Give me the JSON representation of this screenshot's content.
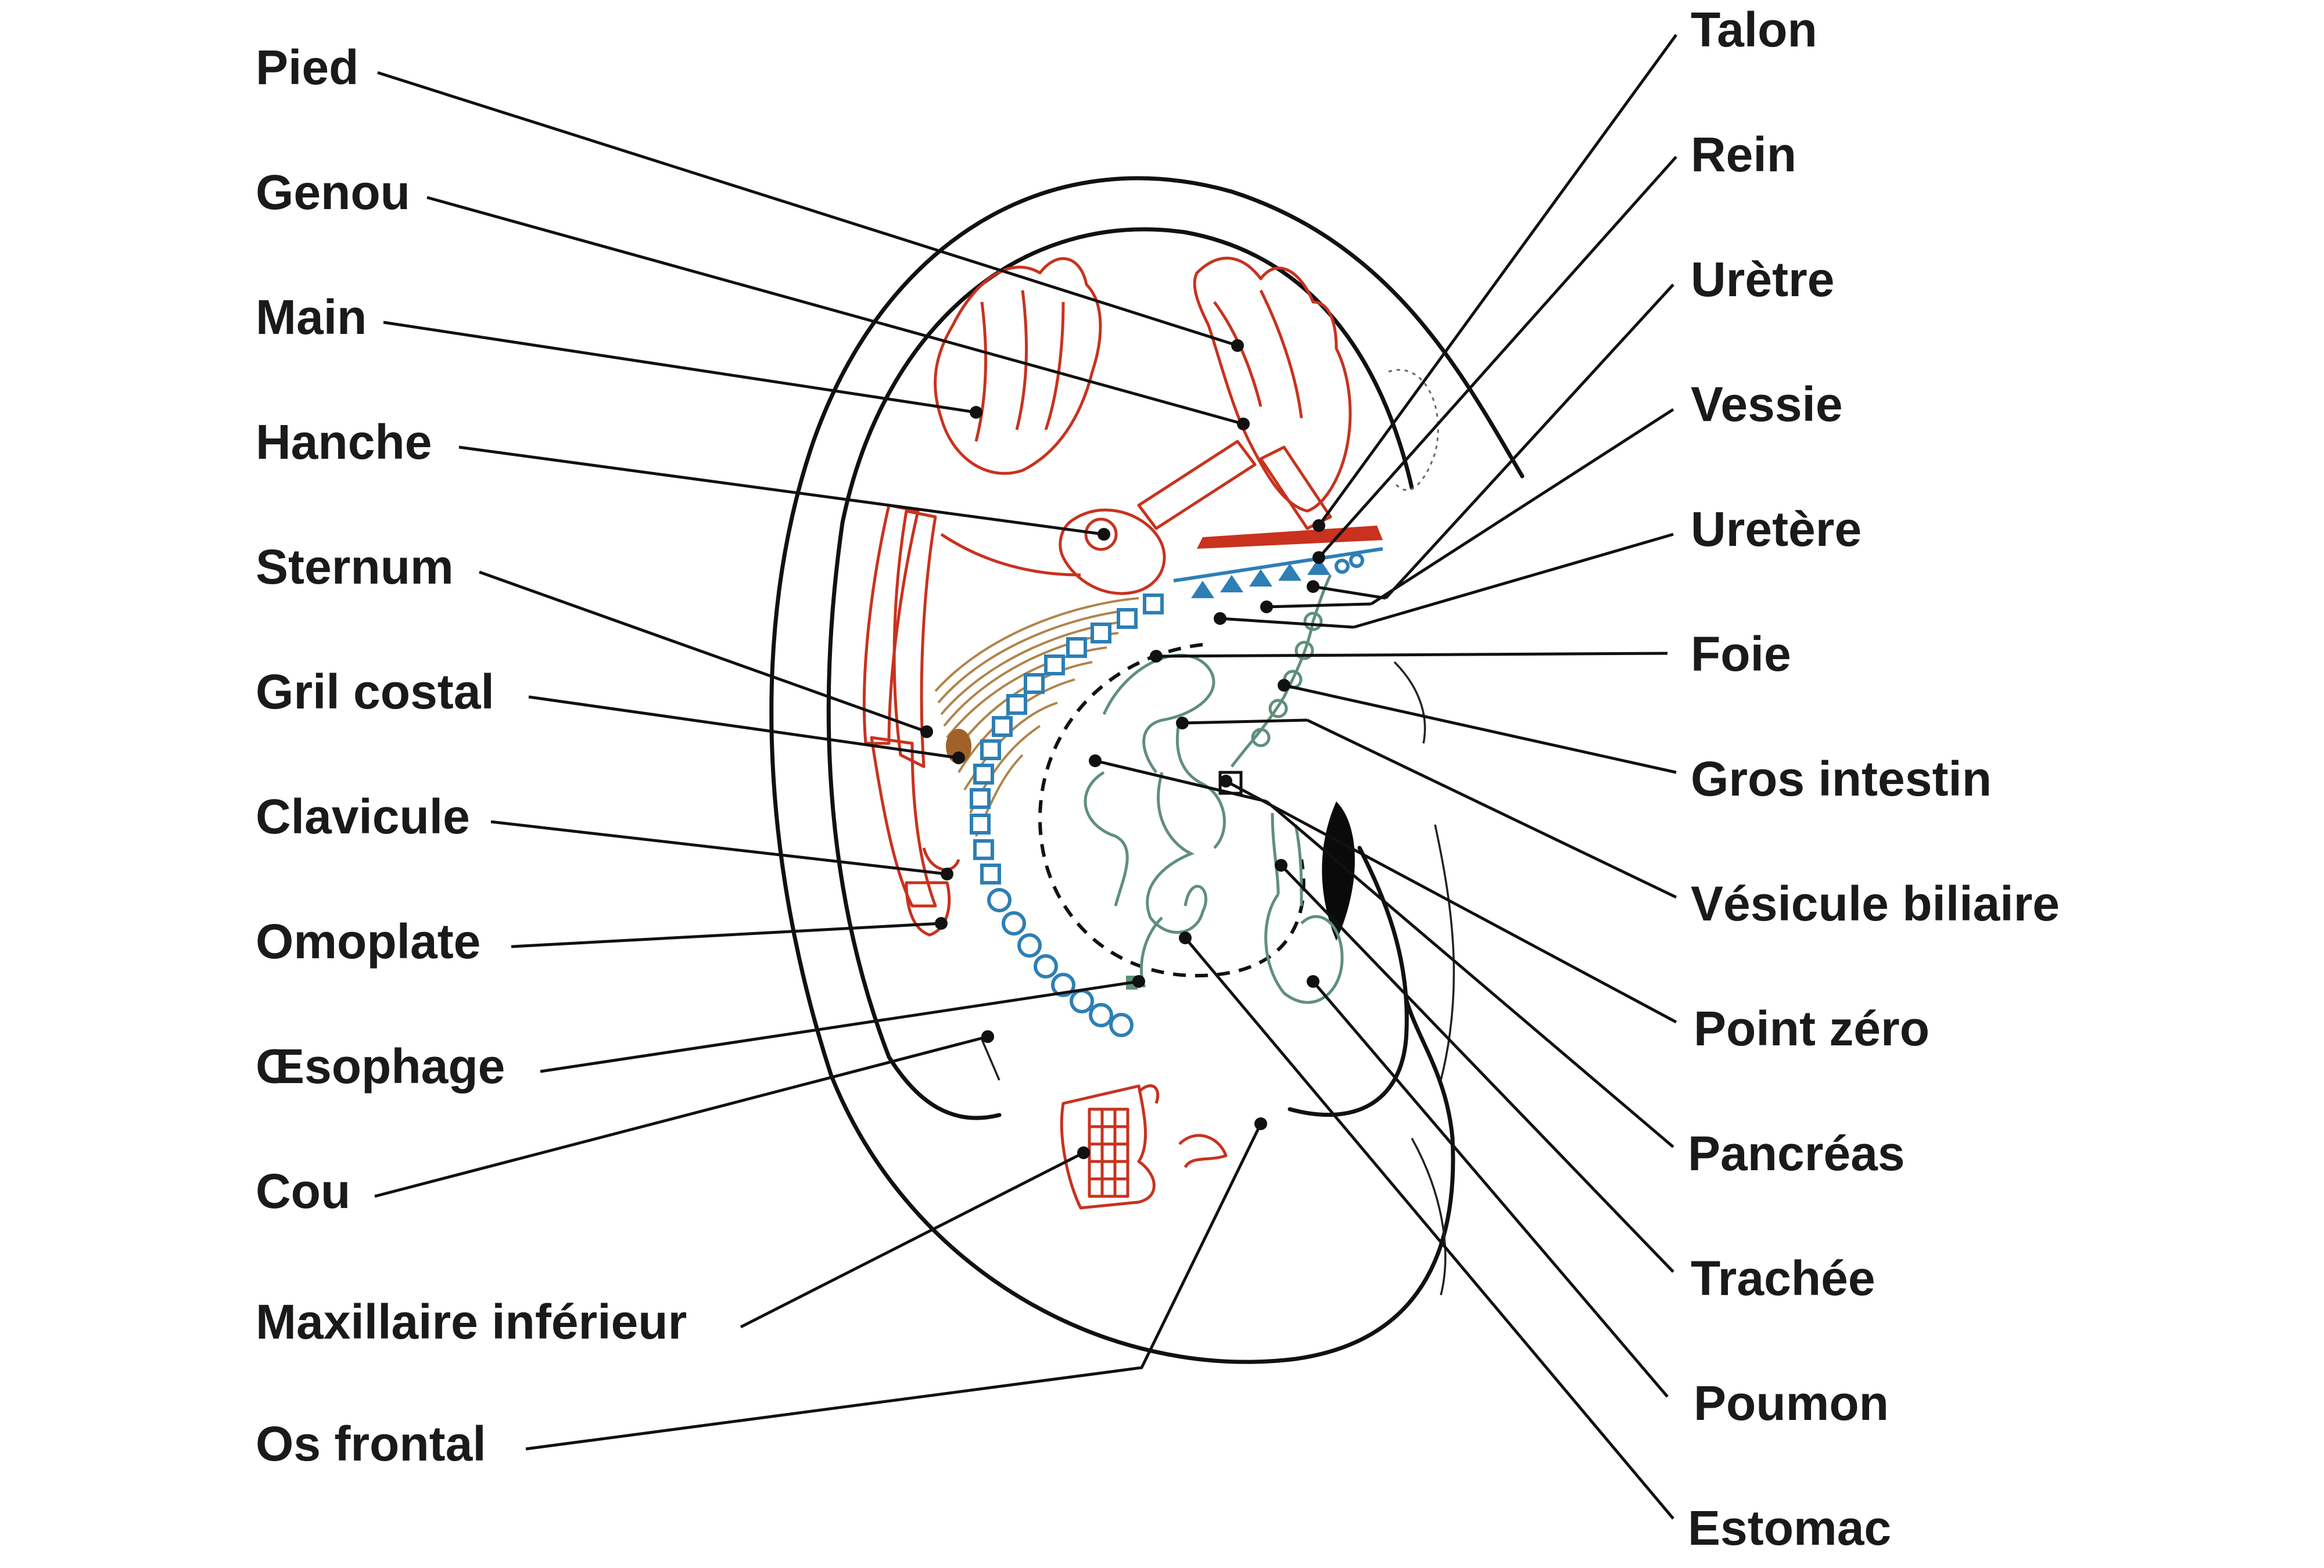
{
  "labels": {
    "left": [
      "Pied",
      "Genou",
      "Main",
      "Hanche",
      "Sternum",
      "Gril costal",
      "Clavicule",
      "Omoplate",
      "Œsophage",
      "Cou",
      "Maxillaire inférieur",
      "Os frontal"
    ],
    "right": [
      "Talon",
      "Rein",
      "Urètre",
      "Vessie",
      "Uretère",
      "Foie",
      "Gros intestin",
      "Vésicule biliaire",
      "Point zéro",
      "Pancréas",
      "Trachée",
      "Poumon",
      "Estomac"
    ]
  },
  "colors": {
    "outline": "#111111",
    "skeleton": "#c8321e",
    "spine": "#2d7fb5",
    "organs": "#5f8f7a",
    "ribs": "#b0844a"
  }
}
